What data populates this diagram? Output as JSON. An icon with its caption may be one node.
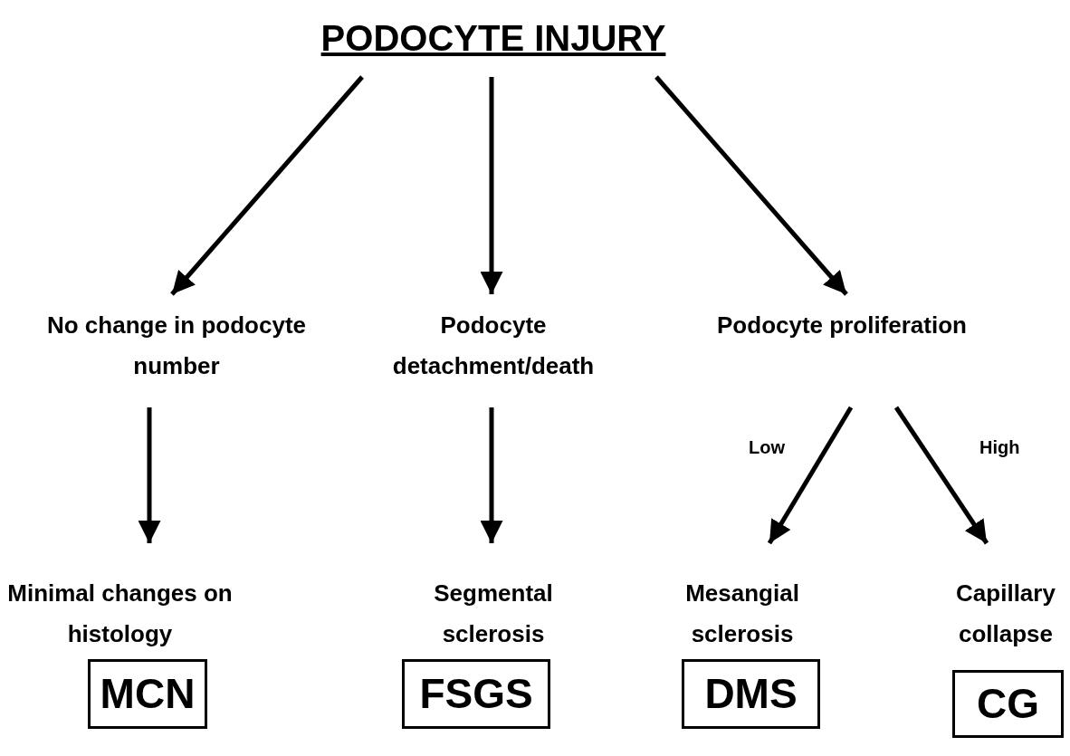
{
  "diagram": {
    "nodes": [
      {
        "text": [
          "PODOCYTE INJURY"
        ]
      },
      {
        "text": [
          "No change in podocyte number"
        ]
      },
      {
        "text": [
          "Podocyte detachment/death"
        ]
      },
      {
        "text": [
          "Podocyte proliferation"
        ]
      },
      {
        "text": [
          "Minimal changes on histology"
        ]
      },
      {
        "text": [
          "Segmental sclerosis"
        ]
      },
      {
        "text": [
          "Mesangial sclerosis"
        ]
      },
      {
        "text": [
          "Capillary collapse"
        ]
      },
      {
        "text": [
          "MCN"
        ]
      },
      {
        "text": [
          "FSGS"
        ]
      },
      {
        "text": [
          "DMS"
        ]
      },
      {
        "text": [
          "CG"
        ]
      }
    ],
    "edges": [
      {
        "from": 0,
        "to": 1,
        "arrow": "to"
      },
      {
        "from": 0,
        "to": 2,
        "arrow": "to"
      },
      {
        "from": 0,
        "to": 3,
        "arrow": "to"
      },
      {
        "from": 1,
        "to": 4,
        "arrow": "to"
      },
      {
        "from": 2,
        "to": 5,
        "arrow": "to"
      },
      {
        "from": 3,
        "to": 6,
        "arrow": "to",
        "label": "Low"
      },
      {
        "from": 3,
        "to": 7,
        "arrow": "to",
        "label": "High"
      }
    ]
  }
}
